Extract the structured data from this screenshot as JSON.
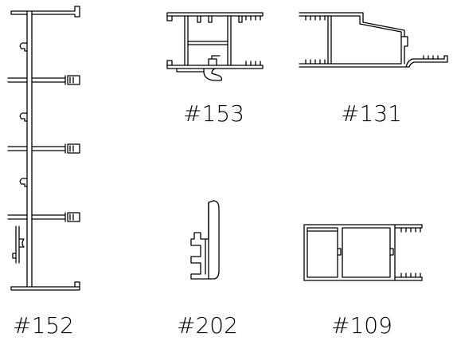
{
  "profiles": [
    {
      "id": "p152",
      "label": "#152"
    },
    {
      "id": "p153",
      "label": "#153"
    },
    {
      "id": "p131",
      "label": "#131"
    },
    {
      "id": "p202",
      "label": "#202"
    },
    {
      "id": "p109",
      "label": "#109"
    }
  ],
  "colors": {
    "line": "#000000",
    "background": "#ffffff"
  }
}
